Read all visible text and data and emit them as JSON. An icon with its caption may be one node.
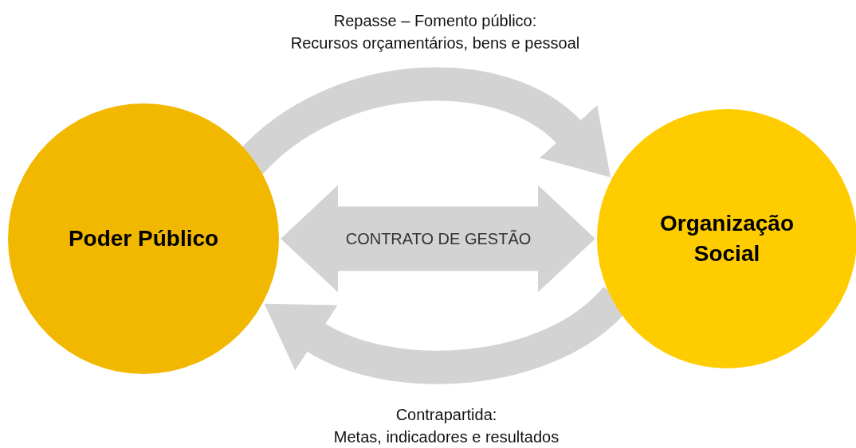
{
  "diagram": {
    "nodes": [
      {
        "text": [
          "Poder Público"
        ]
      },
      {
        "text": [
          "Organização Social"
        ]
      }
    ],
    "edges": [
      {
        "from": 0,
        "to": 1,
        "arrow": "to",
        "label": "Repasse – Fomento público: Recursos orçamentários, bens e pessoal"
      },
      {
        "from": 0,
        "to": 1,
        "arrow": "both",
        "style": "thick",
        "label": "CONTRATO DE GESTÃO"
      },
      {
        "from": 1,
        "to": 0,
        "arrow": "to",
        "label": "Contrapartida: Metas, indicadores e resultados"
      }
    ]
  }
}
